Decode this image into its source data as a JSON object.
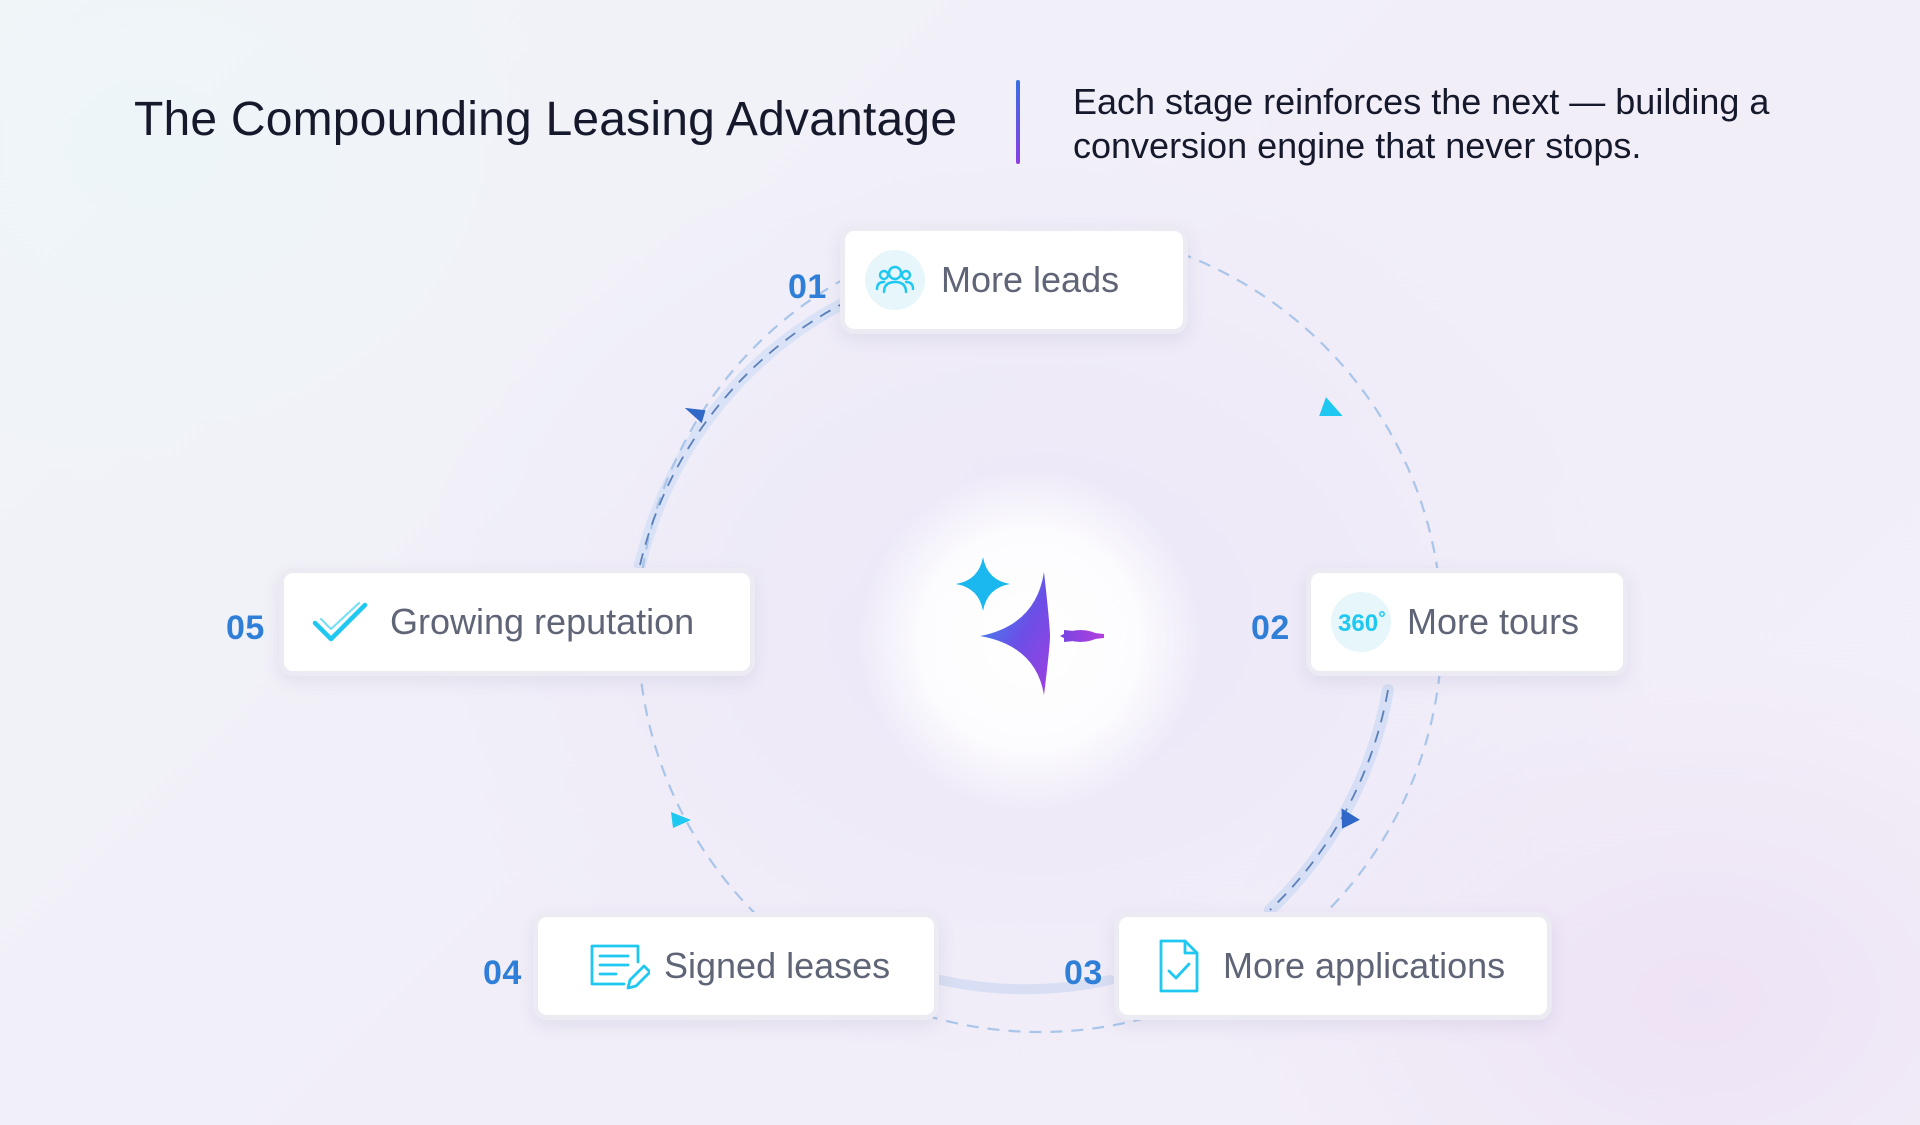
{
  "header": {
    "title": "The Compounding Leasing Advantage",
    "subtitle": "Each stage reinforces the next — building a conversion engine that never stops."
  },
  "stages": [
    {
      "number": "01",
      "label": "More leads",
      "icon": "users-icon"
    },
    {
      "number": "02",
      "label": "More tours",
      "icon": "360-view-icon"
    },
    {
      "number": "03",
      "label": "More applications",
      "icon": "document-check-icon"
    },
    {
      "number": "04",
      "label": "Signed leases",
      "icon": "document-edit-icon"
    },
    {
      "number": "05",
      "label": "Growing reputation",
      "icon": "checkmark-icon"
    }
  ],
  "colors": {
    "accent_cyan": "#1ec8f0",
    "accent_blue": "#2f7fd9",
    "accent_purple": "#8a3fe0",
    "text_dark": "#15192b",
    "text_muted": "#5f6577"
  }
}
